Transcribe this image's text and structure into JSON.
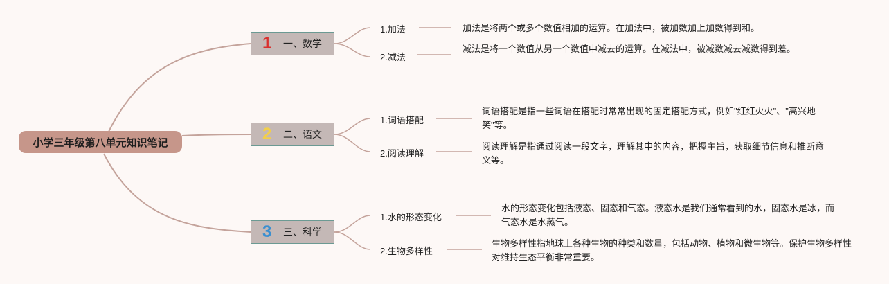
{
  "root": {
    "label": "小学三年级第八单元知识笔记"
  },
  "colors": {
    "root_fill": "#c6968a",
    "topic_fill": "#c4b8b6",
    "topic_border": "#6b9a93",
    "link": "#c4a39b",
    "background": "#fdf8f6"
  },
  "topics": [
    {
      "number": "1",
      "number_color": "#d9302e",
      "label": "一、数学",
      "items": [
        {
          "label": "1.加法",
          "text": "加法是将两个或多个数值相加的运算。在加法中，被加数加上加数得到和。"
        },
        {
          "label": "2.减法",
          "text": "减法是将一个数值从另一个数值中减去的运算。在减法中，被减数减去减数得到差。"
        }
      ]
    },
    {
      "number": "2",
      "number_color": "#f2cf4a",
      "label": "二、语文",
      "items": [
        {
          "label": "1.词语搭配",
          "text": "词语搭配是指一些词语在搭配时常常出现的固定搭配方式，例如\"红红火火\"、\"高兴地笑\"等。"
        },
        {
          "label": "2.阅读理解",
          "text": "阅读理解是指通过阅读一段文字，理解其中的内容，把握主旨，获取细节信息和推断意义等。"
        }
      ]
    },
    {
      "number": "3",
      "number_color": "#3a8fd0",
      "label": "三、科学",
      "items": [
        {
          "label": "1.水的形态变化",
          "text": "水的形态变化包括液态、固态和气态。液态水是我们通常看到的水，固态水是冰，而气态水是水蒸气。"
        },
        {
          "label": "2.生物多样性",
          "text": "生物多样性指地球上各种生物的种类和数量，包括动物、植物和微生物等。保护生物多样性对维持生态平衡非常重要。"
        }
      ]
    }
  ]
}
